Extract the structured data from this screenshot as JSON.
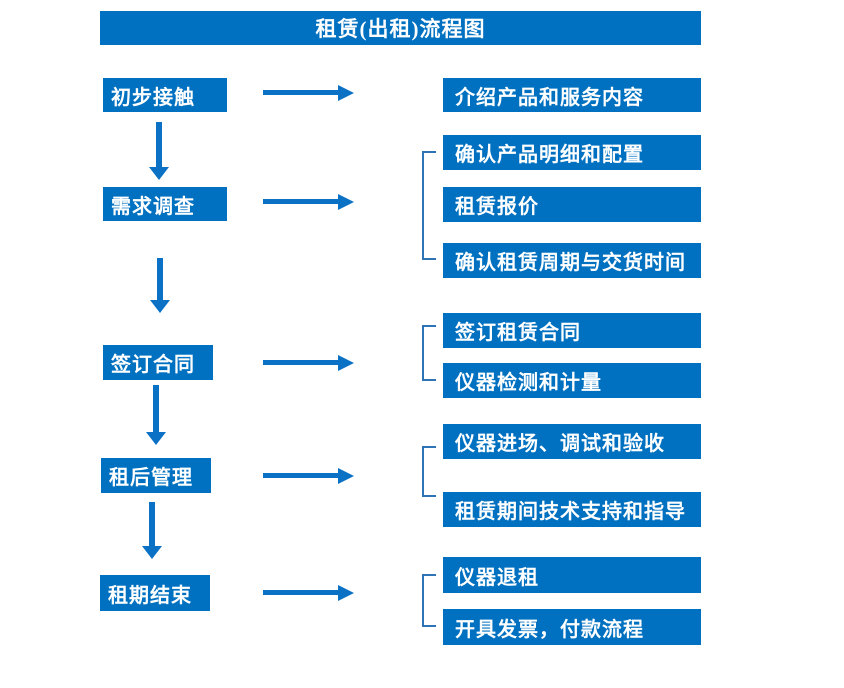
{
  "title": "租赁(出租)流程图",
  "colors": {
    "box_blue": "#0070C0",
    "arrow_blue": "#0A71C5",
    "bracket_blue": "#2E74B5",
    "text": "#FFFFFF",
    "background": "#FFFFFF"
  },
  "stages": [
    {
      "step": "初步接触",
      "details": [
        "介绍产品和服务内容"
      ]
    },
    {
      "step": "需求调查",
      "details": [
        "确认产品明细和配置",
        "租赁报价",
        "确认租赁周期与交货时间"
      ]
    },
    {
      "step": "签订合同",
      "details": [
        "签订租赁合同",
        "仪器检测和计量"
      ]
    },
    {
      "step": "租后管理",
      "details": [
        "仪器进场、调试和验收",
        "租赁期间技术支持和指导"
      ]
    },
    {
      "step": "租期结束",
      "details": [
        "仪器退租",
        "开具发票，付款流程"
      ]
    }
  ]
}
